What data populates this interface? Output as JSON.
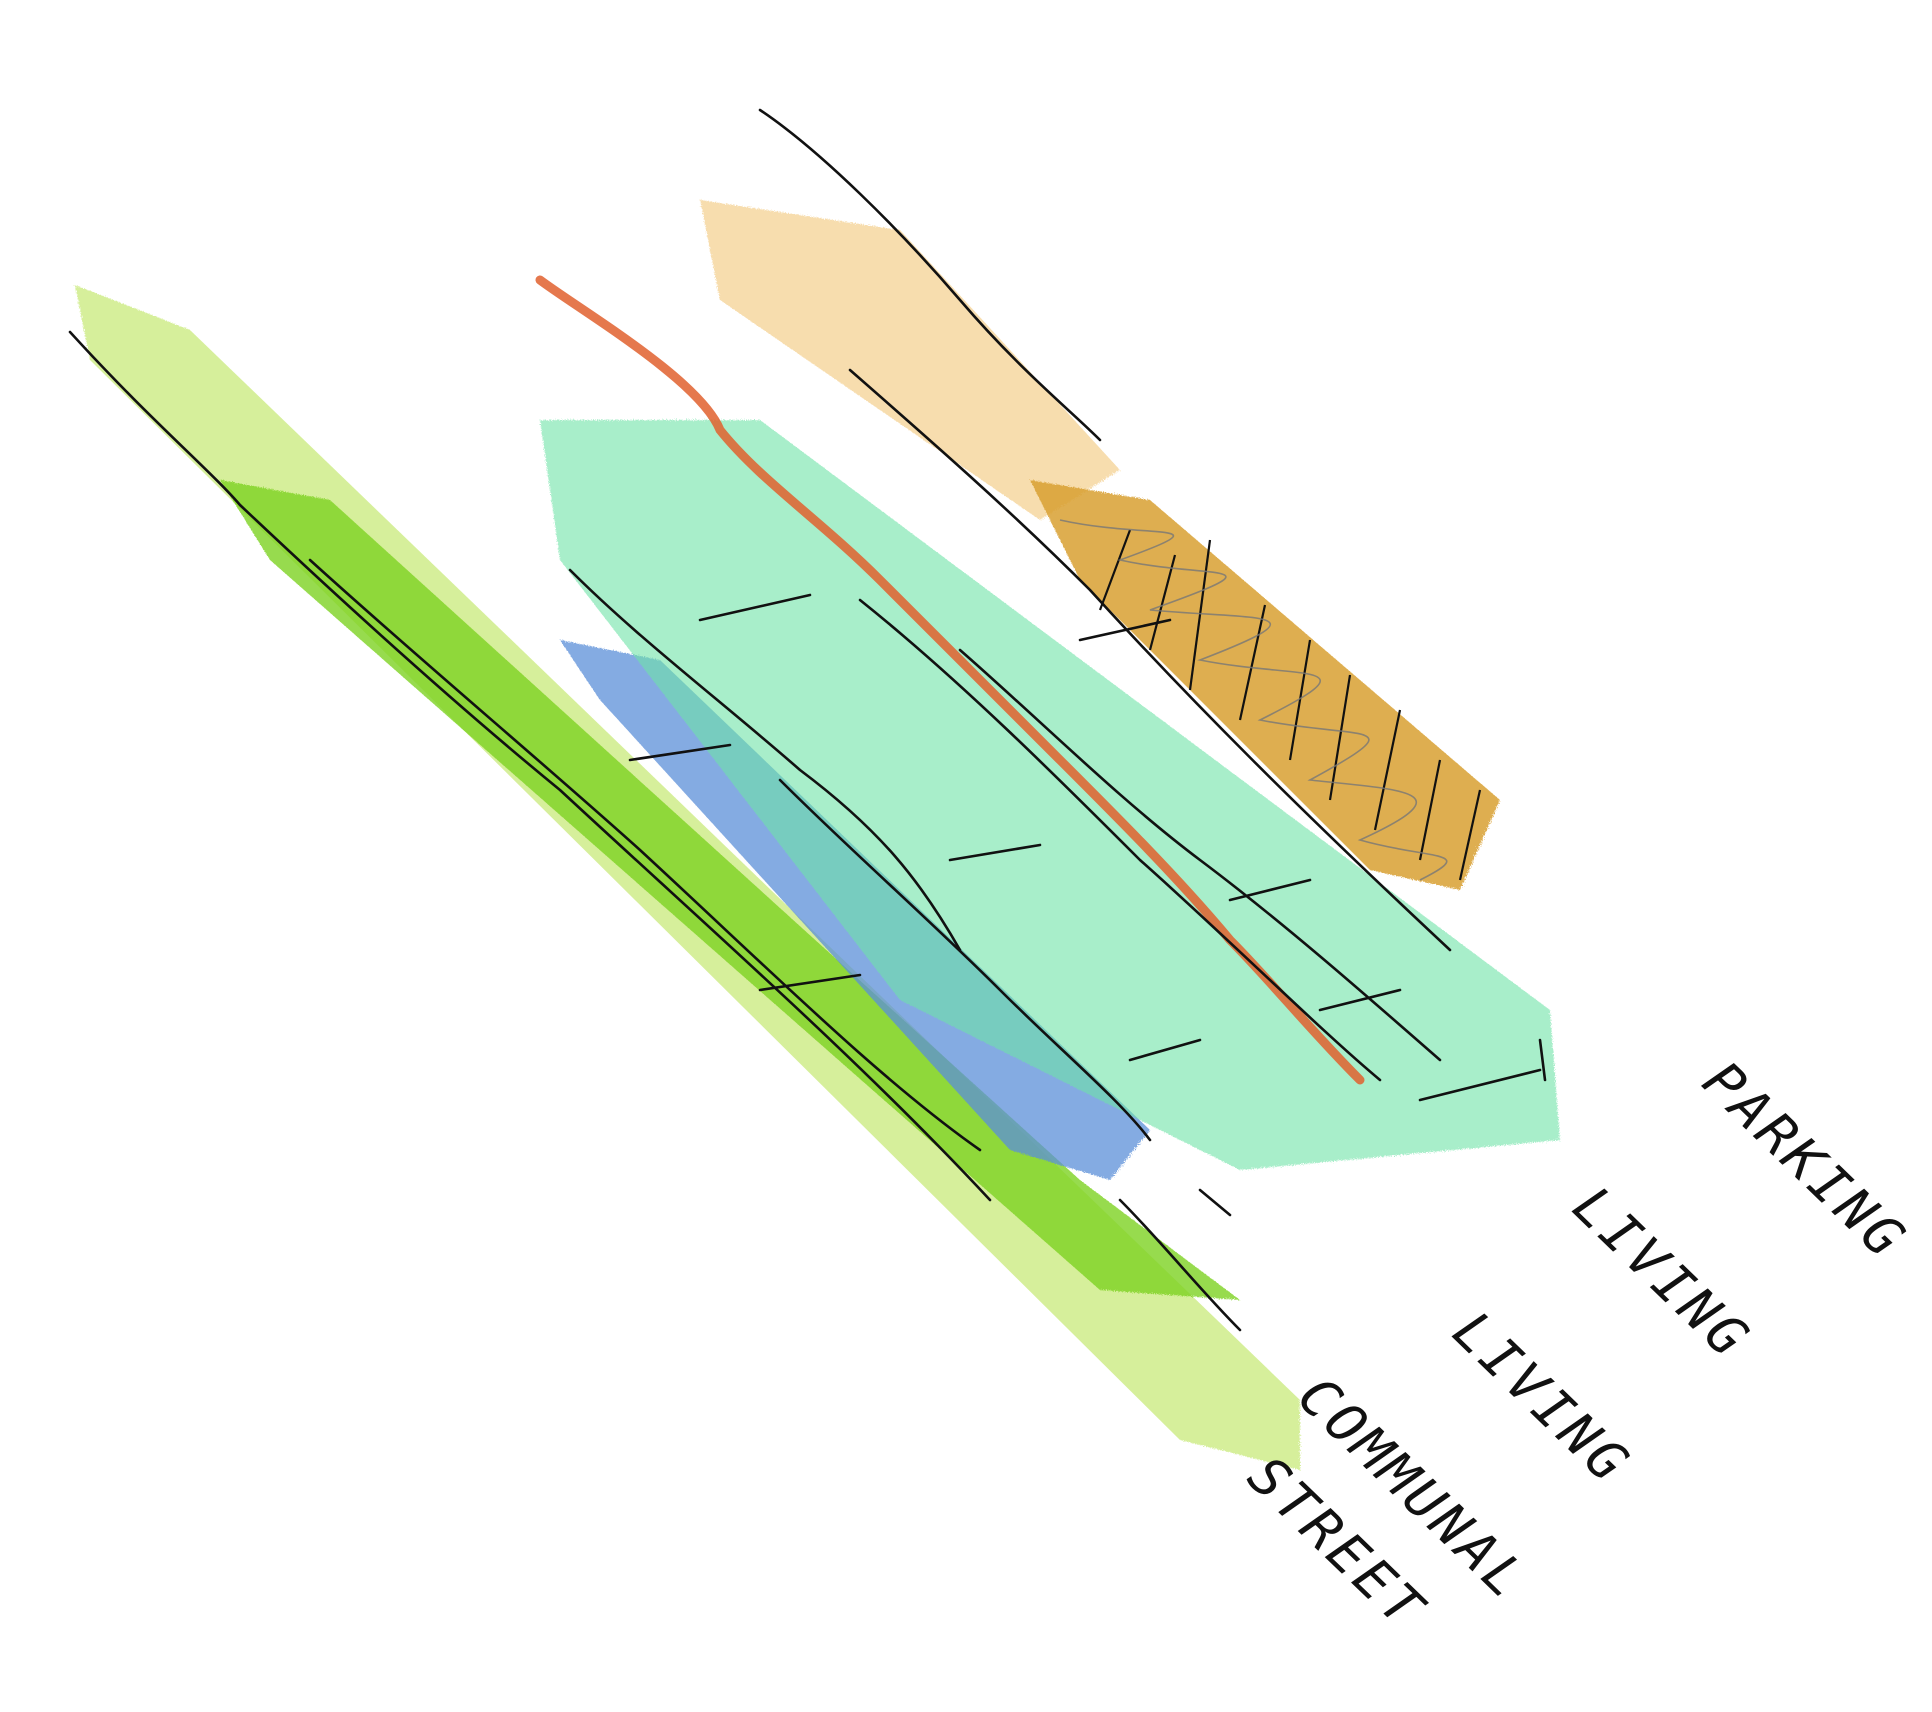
{
  "diagram": {
    "zones": [
      {
        "id": "street",
        "label": "STREET",
        "color": "#c9ea7a"
      },
      {
        "id": "communal",
        "label": "COMMUNAL",
        "color": "#7ed321"
      },
      {
        "id": "living-1",
        "label": "LIVING",
        "color": "#5b8fd9"
      },
      {
        "id": "living-2",
        "label": "LIVING",
        "color": "#6fe3a8"
      },
      {
        "id": "parking",
        "label": "PARKING",
        "color": "#d9a030"
      }
    ],
    "accents": {
      "path_color": "#e0602e",
      "outline_color": "#111111",
      "hatch_color": "#555555",
      "warm_top_color": "#f2c77a"
    }
  }
}
